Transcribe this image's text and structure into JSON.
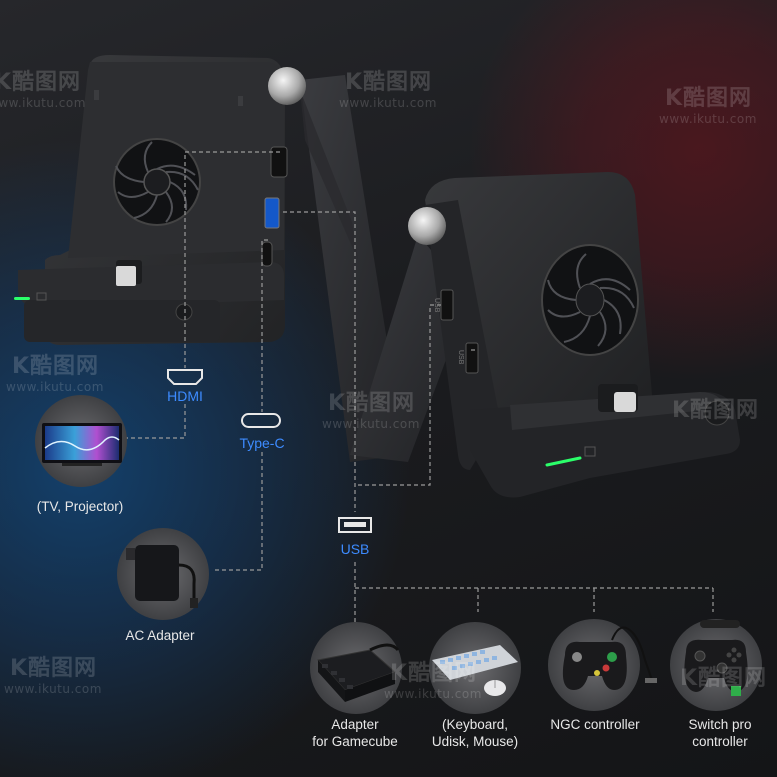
{
  "ports": {
    "hdmi": "HDMI",
    "typec": "Type-C",
    "usb": "USB"
  },
  "devices": {
    "tv": "(TV, Projector)",
    "adapter": "AC Adapter",
    "gamecube_line1": "Adapter",
    "gamecube_line2": "for Gamecube",
    "keyboard_line1": "(Keyboard,",
    "keyboard_line2": "Udisk, Mouse)",
    "ngc": "NGC controller",
    "switchpro_line1": "Switch pro",
    "switchpro_line2": "controller"
  },
  "watermark": {
    "brand": "K酷图网",
    "url": "www.ikutu.com"
  },
  "dock_side_labels": {
    "usb1": "USB",
    "usb2": "USB"
  },
  "colors": {
    "accent_blue": "#3d8bff",
    "led_green": "#2bff6a",
    "background": "#1b1c1f",
    "dashed_line": "#9a9a9a"
  }
}
